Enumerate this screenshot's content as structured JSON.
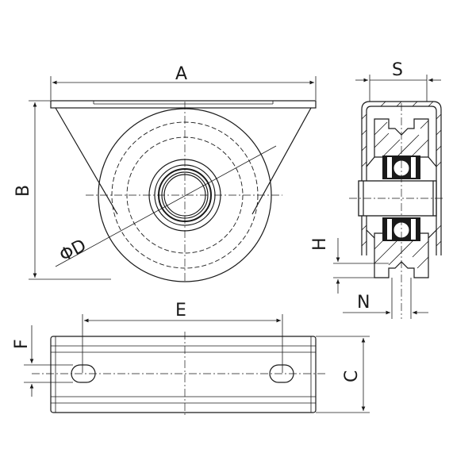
{
  "labels": {
    "A": "A",
    "B": "B",
    "D": "ΦD",
    "S": "S",
    "H": "H",
    "N": "N",
    "E": "E",
    "F": "F",
    "C": "C"
  }
}
